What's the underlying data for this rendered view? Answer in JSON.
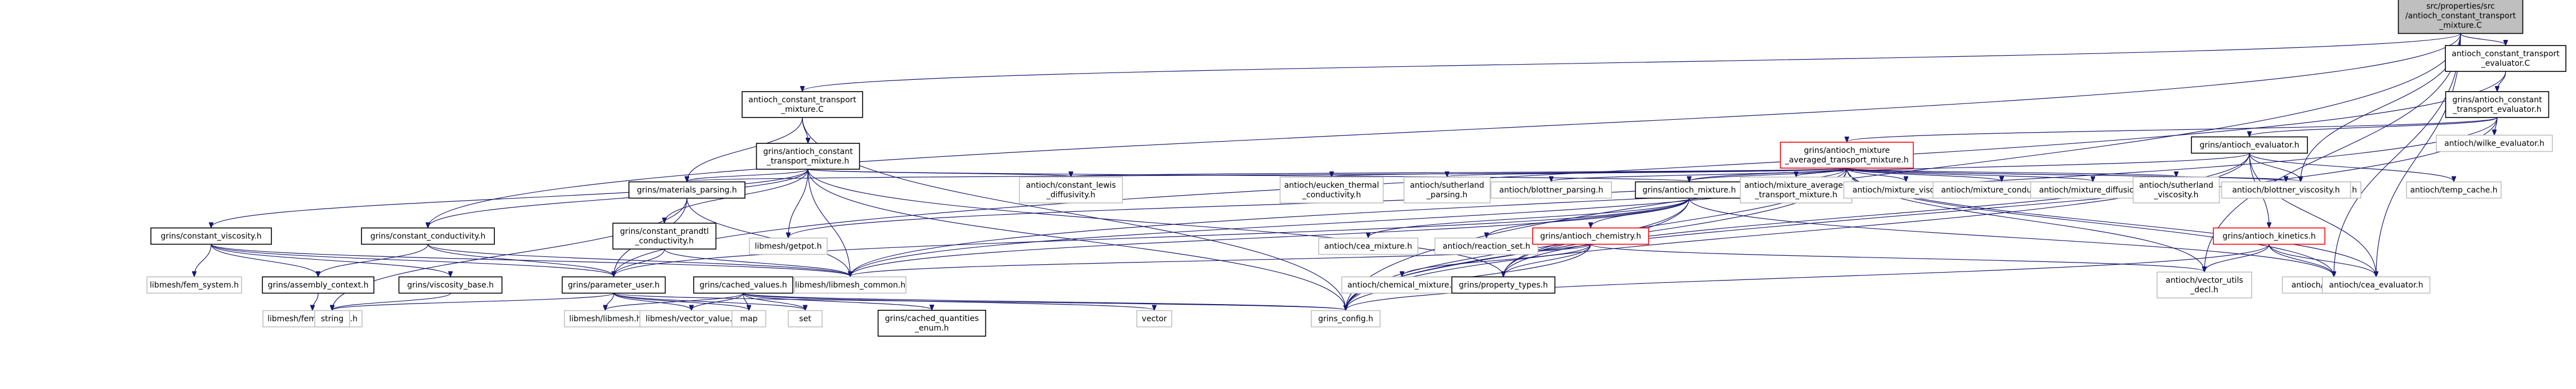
{
  "graph": {
    "nodes": [
      {
        "id": "root",
        "lines": [
          "src/properties/src",
          "/antioch_constant_transport",
          "_mixture.C"
        ],
        "style": "root"
      },
      {
        "id": "ace",
        "lines": [
          "antioch_constant_transport",
          "_evaluator.C"
        ],
        "style": "black"
      },
      {
        "id": "acm",
        "lines": [
          "antioch_constant_transport",
          "_mixture.C"
        ],
        "style": "black"
      },
      {
        "id": "g_acte",
        "lines": [
          "grins/antioch_constant",
          "_transport_evaluator.h"
        ],
        "style": "black"
      },
      {
        "id": "g_actm",
        "lines": [
          "grins/antioch_constant",
          "_transport_mixture.h"
        ],
        "style": "black"
      },
      {
        "id": "g_amatm",
        "lines": [
          "grins/antioch_mixture",
          "_averaged_transport_mixture.h"
        ],
        "style": "red"
      },
      {
        "id": "g_ae",
        "lines": [
          "grins/antioch_evaluator.h"
        ],
        "style": "black"
      },
      {
        "id": "wilke",
        "lines": [
          "antioch/wilke_evaluator.h"
        ],
        "style": "grey"
      },
      {
        "id": "temp_cache",
        "lines": [
          "antioch/temp_cache.h"
        ],
        "style": "grey"
      },
      {
        "id": "stat_mech",
        "lines": [
          "antioch/stat_mech_thermo.h"
        ],
        "style": "grey"
      },
      {
        "id": "g_mp",
        "lines": [
          "grins/materials_parsing.h"
        ],
        "style": "black"
      },
      {
        "id": "lewis",
        "lines": [
          "antioch/constant_lewis",
          "_diffusivity.h"
        ],
        "style": "grey"
      },
      {
        "id": "eucken",
        "lines": [
          "antioch/eucken_thermal",
          "_conductivity.h"
        ],
        "style": "grey"
      },
      {
        "id": "suth_p",
        "lines": [
          "antioch/sutherland",
          "_parsing.h"
        ],
        "style": "grey"
      },
      {
        "id": "blot_p",
        "lines": [
          "antioch/blottner_parsing.h"
        ],
        "style": "grey"
      },
      {
        "id": "g_am",
        "lines": [
          "grins/antioch_mixture.h"
        ],
        "style": "black"
      },
      {
        "id": "mat",
        "lines": [
          "antioch/mixture_averaged",
          "_transport_mixture.h"
        ],
        "style": "grey"
      },
      {
        "id": "mvisc",
        "lines": [
          "antioch/mixture_viscosity.h"
        ],
        "style": "grey"
      },
      {
        "id": "mcond",
        "lines": [
          "antioch/mixture_conductivity.h"
        ],
        "style": "grey"
      },
      {
        "id": "mdiff",
        "lines": [
          "antioch/mixture_diffusion.h"
        ],
        "style": "grey"
      },
      {
        "id": "suth_v",
        "lines": [
          "antioch/sutherland",
          "_viscosity.h"
        ],
        "style": "grey"
      },
      {
        "id": "blot_v",
        "lines": [
          "antioch/blottner_viscosity.h"
        ],
        "style": "grey"
      },
      {
        "id": "g_cv",
        "lines": [
          "grins/constant_viscosity.h"
        ],
        "style": "black"
      },
      {
        "id": "g_cc",
        "lines": [
          "grins/constant_conductivity.h"
        ],
        "style": "black"
      },
      {
        "id": "g_cpc",
        "lines": [
          "grins/constant_prandtl",
          "_conductivity.h"
        ],
        "style": "black"
      },
      {
        "id": "getpot",
        "lines": [
          "libmesh/getpot.h"
        ],
        "style": "grey"
      },
      {
        "id": "cea_mix",
        "lines": [
          "antioch/cea_mixture.h"
        ],
        "style": "grey"
      },
      {
        "id": "rset",
        "lines": [
          "antioch/reaction_set.h"
        ],
        "style": "grey"
      },
      {
        "id": "g_ac",
        "lines": [
          "grins/antioch_chemistry.h"
        ],
        "style": "red"
      },
      {
        "id": "g_ak",
        "lines": [
          "grins/antioch_kinetics.h"
        ],
        "style": "red"
      },
      {
        "id": "fem_sys",
        "lines": [
          "libmesh/fem_system.h"
        ],
        "style": "grey"
      },
      {
        "id": "g_asc",
        "lines": [
          "grins/assembly_context.h"
        ],
        "style": "black"
      },
      {
        "id": "g_vb",
        "lines": [
          "grins/viscosity_base.h"
        ],
        "style": "black"
      },
      {
        "id": "g_pu",
        "lines": [
          "grins/parameter_user.h"
        ],
        "style": "black"
      },
      {
        "id": "g_cav",
        "lines": [
          "grins/cached_values.h"
        ],
        "style": "black"
      },
      {
        "id": "lm_common",
        "lines": [
          "libmesh/libmesh_common.h"
        ],
        "style": "grey"
      },
      {
        "id": "chem_mix",
        "lines": [
          "antioch/chemical_mixture.h"
        ],
        "style": "grey"
      },
      {
        "id": "g_pt",
        "lines": [
          "grins/property_types.h"
        ],
        "style": "black"
      },
      {
        "id": "vud",
        "lines": [
          "antioch/vector_utils",
          "_decl.h"
        ],
        "style": "grey"
      },
      {
        "id": "vu",
        "lines": [
          "antioch/vector_utils.h"
        ],
        "style": "grey"
      },
      {
        "id": "cea_eval",
        "lines": [
          "antioch/cea_evaluator.h"
        ],
        "style": "grey"
      },
      {
        "id": "fem_ctx",
        "lines": [
          "libmesh/fem_context.h"
        ],
        "style": "grey"
      },
      {
        "id": "string",
        "lines": [
          "string"
        ],
        "style": "grey"
      },
      {
        "id": "lm_libmesh",
        "lines": [
          "libmesh/libmesh.h"
        ],
        "style": "grey"
      },
      {
        "id": "lm_vec",
        "lines": [
          "libmesh/vector_value.h"
        ],
        "style": "grey"
      },
      {
        "id": "map",
        "lines": [
          "map"
        ],
        "style": "grey"
      },
      {
        "id": "set",
        "lines": [
          "set"
        ],
        "style": "grey"
      },
      {
        "id": "g_cqe",
        "lines": [
          "grins/cached_quantities",
          "_enum.h"
        ],
        "style": "black"
      },
      {
        "id": "vector",
        "lines": [
          "vector"
        ],
        "style": "grey"
      },
      {
        "id": "grins_config",
        "lines": [
          "grins_config.h"
        ],
        "style": "grey"
      }
    ],
    "edges": [
      [
        "root",
        "ace"
      ],
      [
        "root",
        "acm"
      ],
      [
        "root",
        "g_cc"
      ],
      [
        "root",
        "grins_config"
      ],
      [
        "root",
        "stat_mech"
      ],
      [
        "root",
        "vud"
      ],
      [
        "root",
        "vu"
      ],
      [
        "root",
        "cea_eval"
      ],
      [
        "ace",
        "g_acte"
      ],
      [
        "ace",
        "g_pu"
      ],
      [
        "acm",
        "g_actm"
      ],
      [
        "acm",
        "g_mp"
      ],
      [
        "acm",
        "grins_config"
      ],
      [
        "g_acte",
        "g_amatm"
      ],
      [
        "g_acte",
        "wilke"
      ],
      [
        "g_acte",
        "g_ae"
      ],
      [
        "g_acte",
        "lm_common"
      ],
      [
        "g_acte",
        "grins_config"
      ],
      [
        "g_actm",
        "g_cv"
      ],
      [
        "g_actm",
        "g_cc"
      ],
      [
        "g_actm",
        "g_cpc"
      ],
      [
        "g_actm",
        "g_mp"
      ],
      [
        "g_actm",
        "lewis"
      ],
      [
        "g_actm",
        "g_am"
      ],
      [
        "g_actm",
        "getpot"
      ],
      [
        "g_actm",
        "lm_common"
      ],
      [
        "g_actm",
        "grins_config"
      ],
      [
        "g_actm",
        "g_pt"
      ],
      [
        "g_amatm",
        "g_mp"
      ],
      [
        "g_amatm",
        "lewis"
      ],
      [
        "g_amatm",
        "eucken"
      ],
      [
        "g_amatm",
        "suth_p"
      ],
      [
        "g_amatm",
        "blot_p"
      ],
      [
        "g_amatm",
        "g_am"
      ],
      [
        "g_amatm",
        "mat"
      ],
      [
        "g_amatm",
        "mvisc"
      ],
      [
        "g_amatm",
        "mcond"
      ],
      [
        "g_amatm",
        "mdiff"
      ],
      [
        "g_amatm",
        "suth_v"
      ],
      [
        "g_amatm",
        "blot_v"
      ],
      [
        "g_amatm",
        "stat_mech"
      ],
      [
        "g_amatm",
        "getpot"
      ],
      [
        "g_amatm",
        "lm_common"
      ],
      [
        "g_amatm",
        "g_pt"
      ],
      [
        "g_amatm",
        "vud"
      ],
      [
        "g_amatm",
        "vu"
      ],
      [
        "g_amatm",
        "cea_eval"
      ],
      [
        "g_amatm",
        "grins_config"
      ],
      [
        "g_ae",
        "g_am"
      ],
      [
        "g_ae",
        "g_ak"
      ],
      [
        "g_ae",
        "temp_cache"
      ],
      [
        "g_ae",
        "stat_mech"
      ],
      [
        "g_ae",
        "g_pt"
      ],
      [
        "g_ae",
        "cea_eval"
      ],
      [
        "g_ae",
        "grins_config"
      ],
      [
        "g_mp",
        "g_pu"
      ],
      [
        "g_mp",
        "string"
      ],
      [
        "g_mp",
        "lm_common"
      ],
      [
        "g_am",
        "cea_mix"
      ],
      [
        "g_am",
        "rset"
      ],
      [
        "g_am",
        "g_ac"
      ],
      [
        "g_am",
        "g_pu"
      ],
      [
        "g_am",
        "lm_common"
      ],
      [
        "g_am",
        "g_pt"
      ],
      [
        "g_am",
        "vu"
      ],
      [
        "g_am",
        "grins_config"
      ],
      [
        "g_ac",
        "chem_mix"
      ],
      [
        "g_ac",
        "g_pt"
      ],
      [
        "g_ac",
        "lm_common"
      ],
      [
        "g_ac",
        "vud"
      ],
      [
        "g_ac",
        "grins_config"
      ],
      [
        "g_ak",
        "vud"
      ],
      [
        "g_ak",
        "vu"
      ],
      [
        "g_ak",
        "cea_eval"
      ],
      [
        "g_ak",
        "grins_config"
      ],
      [
        "g_cv",
        "fem_sys"
      ],
      [
        "g_cv",
        "g_asc"
      ],
      [
        "g_cv",
        "g_vb"
      ],
      [
        "g_cv",
        "g_pu"
      ],
      [
        "g_cv",
        "lm_common"
      ],
      [
        "g_cc",
        "g_asc"
      ],
      [
        "g_cc",
        "g_pu"
      ],
      [
        "g_cc",
        "lm_common"
      ],
      [
        "g_cpc",
        "g_pu"
      ],
      [
        "g_cpc",
        "lm_common"
      ],
      [
        "g_asc",
        "fem_ctx"
      ],
      [
        "g_vb",
        "string"
      ],
      [
        "g_pu",
        "lm_libmesh"
      ],
      [
        "g_pu",
        "lm_vec"
      ],
      [
        "g_pu",
        "map"
      ],
      [
        "g_pu",
        "string"
      ],
      [
        "g_pu",
        "set"
      ],
      [
        "g_pu",
        "grins_config"
      ],
      [
        "g_cav",
        "lm_libmesh"
      ],
      [
        "g_cav",
        "lm_vec"
      ],
      [
        "g_cav",
        "map"
      ],
      [
        "g_cav",
        "set"
      ],
      [
        "g_cav",
        "g_cqe"
      ],
      [
        "g_cav",
        "vector"
      ],
      [
        "g_cav",
        "grins_config"
      ]
    ]
  }
}
